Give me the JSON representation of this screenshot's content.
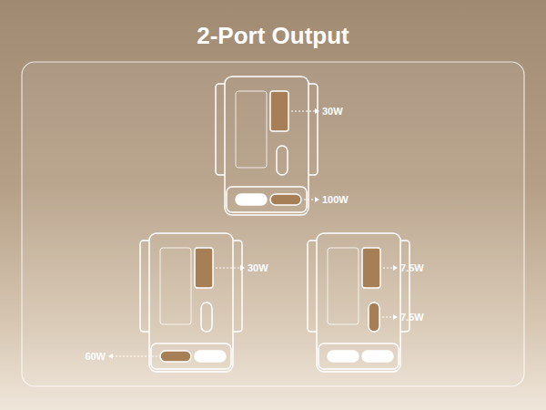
{
  "diagram": {
    "title": "2-Port Output",
    "labels": [
      "30W",
      "100W",
      "30W",
      "60W",
      "7.5W",
      "7.5W"
    ]
  }
}
